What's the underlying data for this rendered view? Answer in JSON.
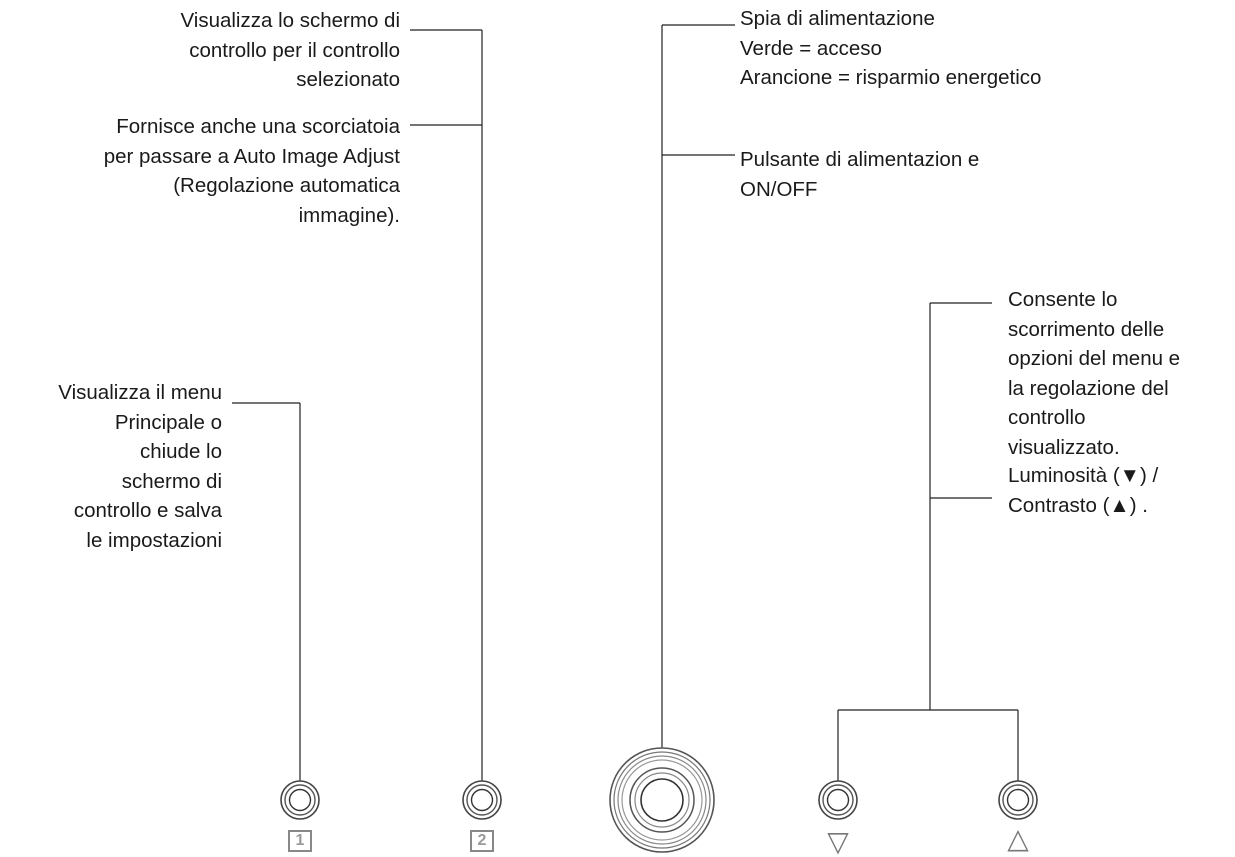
{
  "callouts": {
    "control_screen": "Visualizza lo schermo di\ncontrollo per il controllo\nselezionato",
    "auto_adjust": "Fornisce anche una scorciatoia\nper passare a Auto Image Adjust\n(Regolazione automatica\nimmagine).",
    "main_menu": "Visualizza il menu\nPrincipale o\nchiude lo\nschermo di\ncontrollo e salva\nle impostazioni",
    "power_led": "Spia di alimentazione\nVerde = acceso\nArancione = risparmio energetico",
    "power_button": "Pulsante di alimentazion e\nON/OFF",
    "scroll_options": "Consente lo\nscorrimento delle\nopzioni del menu e\nla regolazione del\ncontrollo\nvisualizzato.",
    "brightness_contrast": "Luminosità (▼) /\nContrasto  (▲) ."
  },
  "buttons": {
    "b1_label": "1",
    "b2_label": "2",
    "down_symbol": "▽",
    "up_symbol": "△"
  }
}
